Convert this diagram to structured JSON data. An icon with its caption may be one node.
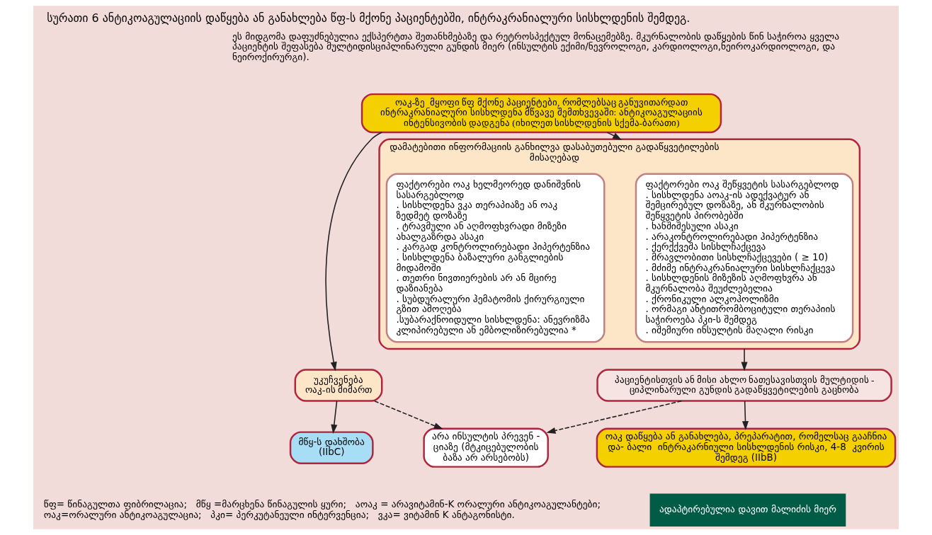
{
  "diagram": {
    "title": "სურათი 6 ანტიკოაგულაციის დაწყება ან განახლება წფ-ს მქონე პაციენტებში, ინტრაკრანიალური სისხლდენის შემდეგ.",
    "nodes": [
      {
        "text": [
          "ოაკ-ზე  მყოფი წფ მქონე პაციენტები, რომლებსაც განუვითარდათ ინტრაკრანიალური სისხლდენა მწვავე შემთხვევაში: ანტიკოაგულაციის ინტენსივობის დადგენა (იხილეთ სისხლდენის სქემა-ბარათი)"
        ]
      },
      {
        "text": [
          "უკუჩვენება ოაკ-ის მიმართ"
        ]
      },
      {
        "text": [
          "დამატებითი ინფორმაციის განხილვა დასაბუთებული გადაწყვეტილების მისაღებად"
        ]
      },
      {
        "text": [
          "ფაქტორები ოაკ შეწყვეტის სასარგებლოდ",
          ". სისხლდენა აოაკ-ის ადექვატურ ან შემცირებულ დოზაზე, ან მკურნალობის შეწყვეტის პირობებში",
          ". ხანშიშესული ასაკი",
          ". არაკონტროლირებადი ჰიპერტენზია",
          ". ქერქქვეშა სისხლჩაქცევა",
          ". მრავლობითი სისხლჩაქცევები ( ≥ 10)",
          ". მძიმე ინტრაკრანიალური სისხლჩაქცევა",
          ". სისხლდენის მიზეზის აღმოფხვრა ან მკურნალობა შეუძლებელია",
          ". ქრონიკული ალკოჰოლიზმი",
          ". ორმაგი ანტითრომბოციტული თერაპიის საჭიროება პკი-ს შემდეგ",
          ". იშემიური ინსულტის მაღალი რისკი"
        ],
        "in": 2
      },
      {
        "text": [
          "ფაქტორები ოაკ ხელმეორედ დანიშვნის სასარგებლოდ",
          ". სისხლდენა ვკა თერაპიაზე ან ოაკ ზედმეტ დოზაზე",
          ". ტრავმული ან აღმოფხვრადი მიზეზი ახალგაზრდა ასაკი",
          ". კარგად კონტროლირებადი ჰიპერტენზია",
          ". სისხლდენა ბაზალური განგლიების მიდამოში",
          ". თეთრი ნივთიერების არ ან მცირე დაზიანება",
          ". სუბდურალური ჰემატომის ქირურგიული გზით ამოღება",
          ".სუბარაქნოიდული სისხლდენა: ანევრიზმა კლიპირებული ან ემბოლიზირებულია *"
        ],
        "in": 2
      },
      {
        "text": [
          "პაციენტისთვის ან მისი ახლო ნათესავისთვის მულტიდის - ციპლინარული გუნდის გადაწყვეტილების გაცნობა"
        ]
      },
      {
        "text": [
          "არა ინსულტის პრევენ - ციაზე (მტკიცებულობის ბაზა არ არსებობს)"
        ]
      },
      {
        "text": [
          "მწყ-ს დახშობა (IIbC)"
        ]
      },
      {
        "text": [
          "ოაკ დაწყება ან განახლება, პრეპარატით, რომელსაც გააჩნია და- ბალი  ინტრაკარნიული სისხლდენის რისკი, 4-8  კვირის შემდეგ (IIbB)"
        ]
      }
    ],
    "edges": [
      {
        "from": 0,
        "to": 1,
        "arrow": "to"
      },
      {
        "from": 0,
        "to": 2,
        "arrow": "to"
      },
      {
        "from": 2,
        "to": 5,
        "arrow": "to"
      },
      {
        "from": 1,
        "to": 6,
        "arrow": "to",
        "style": "dashed"
      },
      {
        "from": 1,
        "to": 7,
        "arrow": "to"
      },
      {
        "from": 5,
        "to": 6,
        "arrow": "to",
        "style": "dashed"
      },
      {
        "from": 5,
        "to": 8,
        "arrow": "to"
      }
    ],
    "labels": [
      "ეს მიდგომა დაფუძნებულია ექსპერტთა შეთანხმებაზე და რეტროსპექტულ მონაცემებზე. მკურნალობის დაწყების წინ საჭიროა ყველა პაციენტის შეფასება მულტიდისციპლინარული გუნდის მიერ (ინსულტის ექიმი/ნევროლოგი, კარდიოლოგი,ნეიროკარდიოლოგი, და ნეიროქირურგი).",
      "წფ= წინაგულთა ფიბრილაცია;",
      "მწყ =მარცხენა წინაგულის ყური;",
      "აოაკ = არავიტამინ-K ორალური ანტიკოაგულანტები;",
      "ოაკ=ორალური ანტიკოაგულაცია;",
      "პკი= პერკუტანეული ინტერვენცია;",
      "ვკა= ვიტამინ K ანტაგონისტი.",
      "ადაპტირებულია დავით მალიძის მიერ"
    ]
  }
}
